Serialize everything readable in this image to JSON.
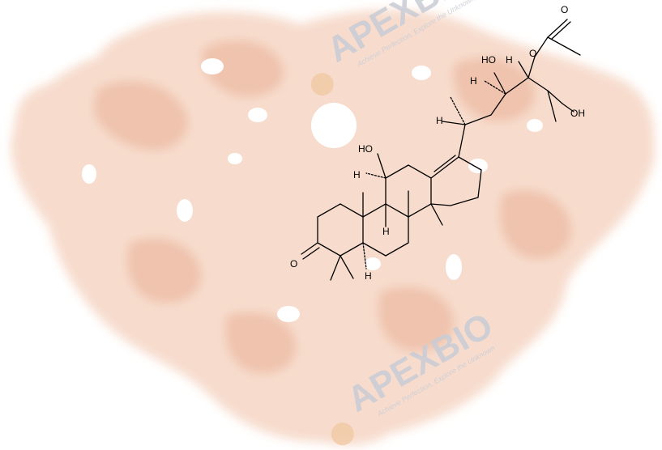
{
  "colors": {
    "background": "#ffffff",
    "blob": "#f7dccd",
    "blob_shade": "#efc3ad",
    "watermark": "#c9ccd6",
    "watermark_accent": "#f0c9a4",
    "bond": "#000000"
  },
  "watermarks": [
    {
      "brand": "APEXBIO",
      "tagline": "Achieve Perfection. Explore the Unknown"
    },
    {
      "brand": "APEXBIO",
      "tagline": "Achieve Perfection. Explore the Unknown"
    }
  ],
  "molecule": {
    "atom_labels": {
      "ketone_o": "O",
      "hydroxyl_11": "HO",
      "h_11": "H",
      "h_9": "H",
      "h_5": "H",
      "h_20": "H",
      "hydroxyl_23": "HO",
      "h_23": "H",
      "h_24": "H",
      "acetate_o": "O",
      "carbonyl_o": "O",
      "hydroxyl_25": "OH"
    }
  }
}
